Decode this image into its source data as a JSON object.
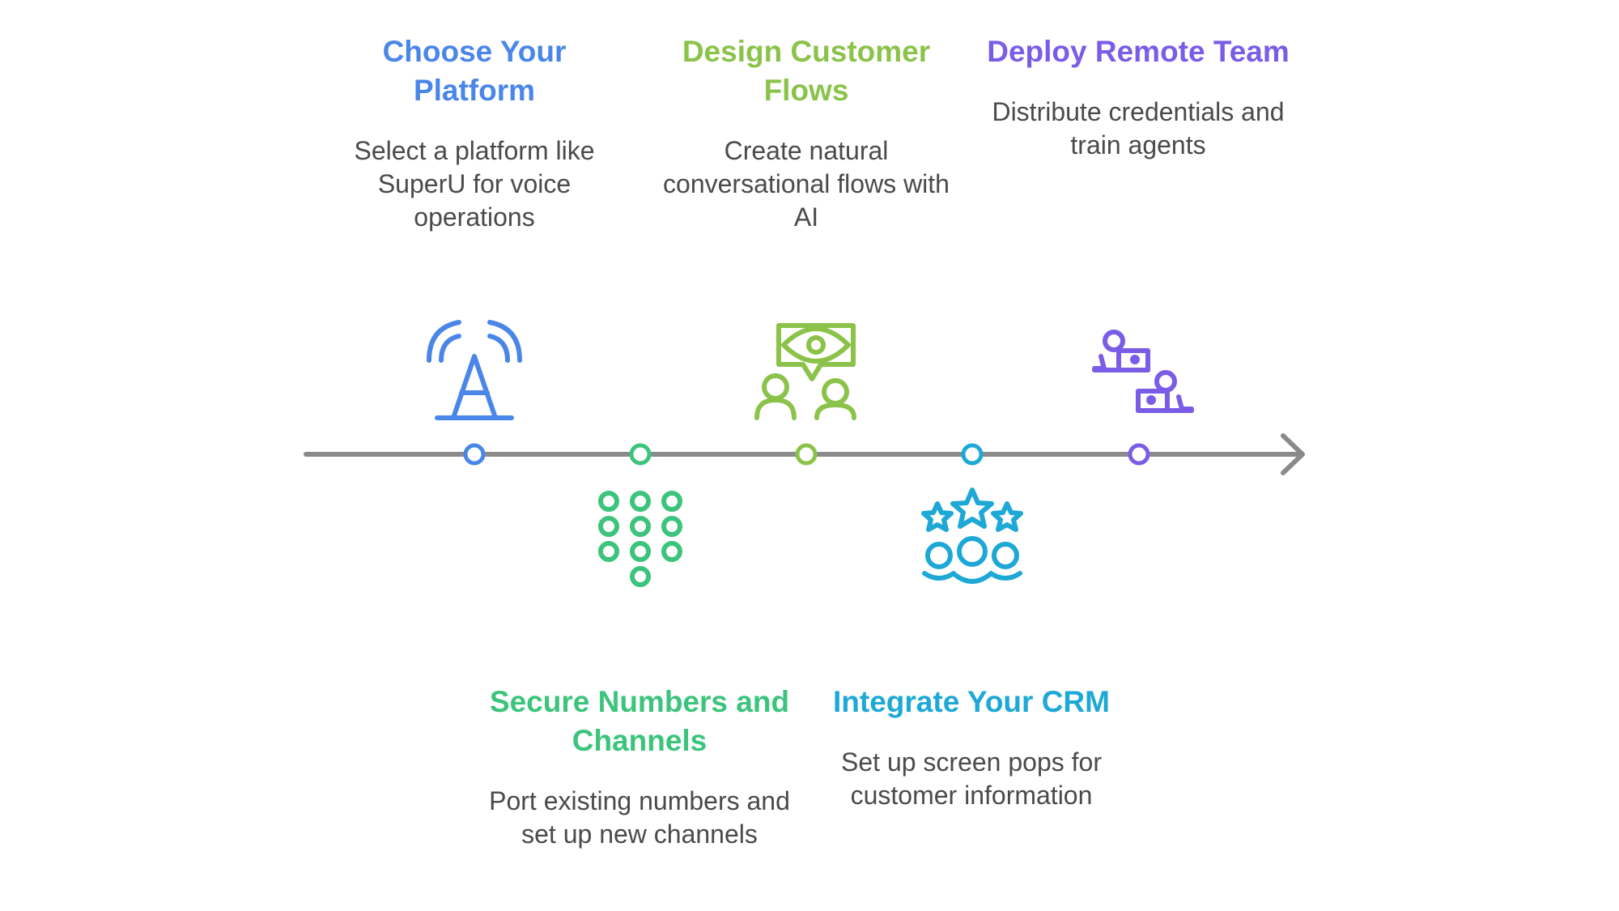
{
  "steps": [
    {
      "title": "Choose Your Platform",
      "description": "Select a platform like SuperU for voice operations",
      "color": "#4a86e8",
      "icon": "antenna-icon",
      "position": "above"
    },
    {
      "title": "Secure Numbers and Channels",
      "description": "Port existing numbers and set up new channels",
      "color": "#3cc47c",
      "icon": "keypad-icon",
      "position": "below"
    },
    {
      "title": "Design Customer Flows",
      "description": "Create natural conversational flows with AI",
      "color": "#8bc34a",
      "icon": "conversation-eye-icon",
      "position": "above"
    },
    {
      "title": "Integrate Your CRM",
      "description": "Set up screen pops for customer information",
      "color": "#1ea8d6",
      "icon": "customer-rating-icon",
      "position": "below"
    },
    {
      "title": "Deploy Remote Team",
      "description": "Distribute credentials and train agents",
      "color": "#7a5ce6",
      "icon": "remote-workers-icon",
      "position": "above"
    }
  ],
  "timeline_color": "#8a8a8a"
}
